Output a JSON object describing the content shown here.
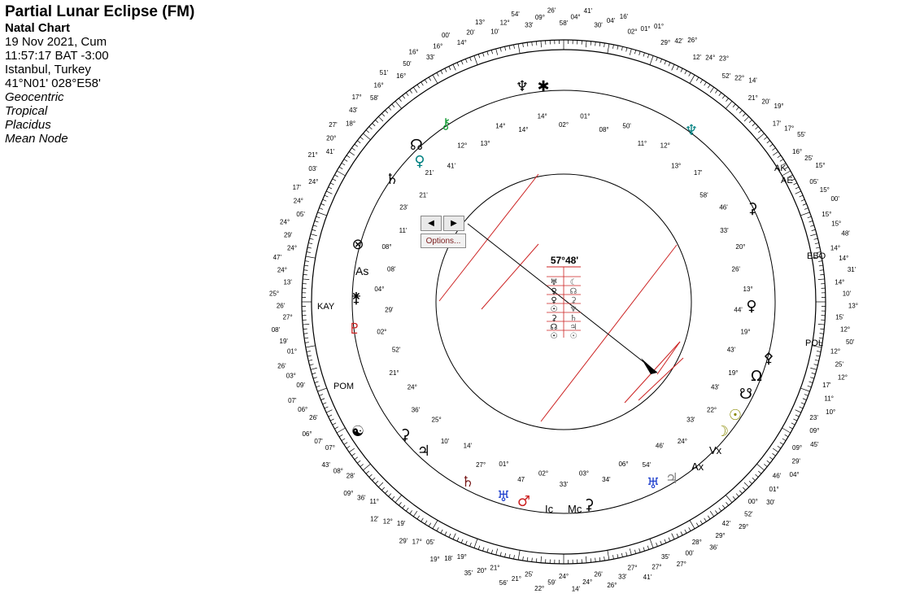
{
  "info": {
    "title": "Partial Lunar Eclipse (FM)",
    "chart_type": "Natal Chart",
    "date": "19 Nov 2021, Cum",
    "time": "11:57:17  BAT -3:00",
    "place": "Istanbul, Turkey",
    "coords": "41°N01' 028°E58'",
    "option1": "Geocentric",
    "option2": "Tropical",
    "option3": "Placidus",
    "option4": "Mean Node"
  },
  "nav": {
    "prev": "◀",
    "next": "▶",
    "options": "Options..."
  },
  "aspect_grid": {
    "header": "57°48'"
  },
  "colors": {
    "accent": "#cc2222",
    "teal": "#008080",
    "green": "#1a9e3a",
    "blue": "#1a3ccc",
    "olive": "#8a8a00"
  },
  "labels": [
    {
      "t": "As",
      "c": "#000",
      "s": 14
    },
    {
      "t": "KAY",
      "c": "#000",
      "s": 11
    },
    {
      "t": "POM",
      "c": "#000",
      "s": 11
    },
    {
      "t": "AK",
      "c": "#000",
      "s": 11
    },
    {
      "t": "AE",
      "c": "#000",
      "s": 11
    },
    {
      "t": "EBO",
      "c": "#000",
      "s": 11
    },
    {
      "t": "POL",
      "c": "#000",
      "s": 11
    },
    {
      "t": "Ic",
      "c": "#000",
      "s": 13
    },
    {
      "t": "Mc",
      "c": "#000",
      "s": 13
    },
    {
      "t": "Ax",
      "c": "#000",
      "s": 13
    },
    {
      "t": "Vx",
      "c": "#000",
      "s": 13
    }
  ],
  "degrees": [
    {
      "t": "58'",
      "c": "#000"
    },
    {
      "t": "04°",
      "c": "#000"
    },
    {
      "t": "41'",
      "c": "#000"
    },
    {
      "t": "30'",
      "c": "#000"
    },
    {
      "t": "04'",
      "c": "#000"
    },
    {
      "t": "16'",
      "c": "#000"
    },
    {
      "t": "02°",
      "c": "#000"
    },
    {
      "t": "01°",
      "c": "#000"
    },
    {
      "t": "01°",
      "c": "#000"
    },
    {
      "t": "29°",
      "c": "#000"
    },
    {
      "t": "42'",
      "c": "#000"
    },
    {
      "t": "26°",
      "c": "#000"
    },
    {
      "t": "12'",
      "c": "#000"
    },
    {
      "t": "24°",
      "c": "#000"
    },
    {
      "t": "23°",
      "c": "#000"
    },
    {
      "t": "52'",
      "c": "#000"
    },
    {
      "t": "22°",
      "c": "#000"
    },
    {
      "t": "14'",
      "c": "#000"
    },
    {
      "t": "21°",
      "c": "#000"
    },
    {
      "t": "20'",
      "c": "#000"
    },
    {
      "t": "19°",
      "c": "#000"
    },
    {
      "t": "17'",
      "c": "#000"
    },
    {
      "t": "17°",
      "c": "#000"
    },
    {
      "t": "55'",
      "c": "#000"
    },
    {
      "t": "16°",
      "c": "#000"
    },
    {
      "t": "25'",
      "c": "#000"
    },
    {
      "t": "15°",
      "c": "#000"
    },
    {
      "t": "05'",
      "c": "#000"
    },
    {
      "t": "15°",
      "c": "#000"
    },
    {
      "t": "00'",
      "c": "#000"
    },
    {
      "t": "15°",
      "c": "#000"
    },
    {
      "t": "15°",
      "c": "#000"
    },
    {
      "t": "48'",
      "c": "#000"
    },
    {
      "t": "14°",
      "c": "#000"
    },
    {
      "t": "14°",
      "c": "#000"
    },
    {
      "t": "31'",
      "c": "#000"
    },
    {
      "t": "14°",
      "c": "#000"
    },
    {
      "t": "10'",
      "c": "#000"
    },
    {
      "t": "13°",
      "c": "#000"
    },
    {
      "t": "15'",
      "c": "#000"
    },
    {
      "t": "12°",
      "c": "#000"
    },
    {
      "t": "50'",
      "c": "#000"
    },
    {
      "t": "12°",
      "c": "#000"
    },
    {
      "t": "25'",
      "c": "#000"
    },
    {
      "t": "12°",
      "c": "#000"
    },
    {
      "t": "17'",
      "c": "#000"
    },
    {
      "t": "11°",
      "c": "#000"
    },
    {
      "t": "10°",
      "c": "#000"
    },
    {
      "t": "23'",
      "c": "#000"
    },
    {
      "t": "09°",
      "c": "#000"
    },
    {
      "t": "45'",
      "c": "#000"
    },
    {
      "t": "09°",
      "c": "#000"
    },
    {
      "t": "29'",
      "c": "#000"
    },
    {
      "t": "04°",
      "c": "#000"
    },
    {
      "t": "46'",
      "c": "#000"
    },
    {
      "t": "01°",
      "c": "#000"
    },
    {
      "t": "30'",
      "c": "#000"
    },
    {
      "t": "00°",
      "c": "#000"
    },
    {
      "t": "52'",
      "c": "#000"
    },
    {
      "t": "29°",
      "c": "#000"
    },
    {
      "t": "42'",
      "c": "#000"
    },
    {
      "t": "29°",
      "c": "#000"
    },
    {
      "t": "36'",
      "c": "#000"
    },
    {
      "t": "28°",
      "c": "#000"
    },
    {
      "t": "00'",
      "c": "#000"
    },
    {
      "t": "27°",
      "c": "#000"
    },
    {
      "t": "35'",
      "c": "#000"
    },
    {
      "t": "27°",
      "c": "#000"
    },
    {
      "t": "41'",
      "c": "#000"
    },
    {
      "t": "27°",
      "c": "#000"
    },
    {
      "t": "33'",
      "c": "#000"
    },
    {
      "t": "26°",
      "c": "#000"
    },
    {
      "t": "26'",
      "c": "#000"
    },
    {
      "t": "24°",
      "c": "#000"
    },
    {
      "t": "14'",
      "c": "#000"
    },
    {
      "t": "24°",
      "c": "#000"
    },
    {
      "t": "59'",
      "c": "#000"
    },
    {
      "t": "22°",
      "c": "#000"
    },
    {
      "t": "25'",
      "c": "#000"
    },
    {
      "t": "21°",
      "c": "#000"
    },
    {
      "t": "56'",
      "c": "#000"
    },
    {
      "t": "21°",
      "c": "#000"
    },
    {
      "t": "20°",
      "c": "#000"
    },
    {
      "t": "35'",
      "c": "#000"
    },
    {
      "t": "19°",
      "c": "#000"
    },
    {
      "t": "18'",
      "c": "#000"
    },
    {
      "t": "19°",
      "c": "#000"
    },
    {
      "t": "05'",
      "c": "#000"
    },
    {
      "t": "17°",
      "c": "#000"
    },
    {
      "t": "29'",
      "c": "#000"
    },
    {
      "t": "19'",
      "c": "#000"
    },
    {
      "t": "12°",
      "c": "#000"
    },
    {
      "t": "12'",
      "c": "#000"
    },
    {
      "t": "11°",
      "c": "#000"
    },
    {
      "t": "36'",
      "c": "#000"
    },
    {
      "t": "09°",
      "c": "#000"
    },
    {
      "t": "28'",
      "c": "#000"
    },
    {
      "t": "08°",
      "c": "#000"
    },
    {
      "t": "43'",
      "c": "#000"
    },
    {
      "t": "07°",
      "c": "#000"
    },
    {
      "t": "07'",
      "c": "#000"
    },
    {
      "t": "06°",
      "c": "#000"
    },
    {
      "t": "26'",
      "c": "#000"
    },
    {
      "t": "06°",
      "c": "#000"
    },
    {
      "t": "07'",
      "c": "#000"
    },
    {
      "t": "09'",
      "c": "#000"
    },
    {
      "t": "03°",
      "c": "#000"
    },
    {
      "t": "26'",
      "c": "#000"
    },
    {
      "t": "01°",
      "c": "#000"
    },
    {
      "t": "19'",
      "c": "#000"
    },
    {
      "t": "08'",
      "c": "#000"
    },
    {
      "t": "27°",
      "c": "#000"
    },
    {
      "t": "26'",
      "c": "#000"
    },
    {
      "t": "25°",
      "c": "#000"
    },
    {
      "t": "13'",
      "c": "#000"
    },
    {
      "t": "24°",
      "c": "#000"
    },
    {
      "t": "47'",
      "c": "#000"
    },
    {
      "t": "24°",
      "c": "#000"
    },
    {
      "t": "29'",
      "c": "#000"
    },
    {
      "t": "24°",
      "c": "#000"
    },
    {
      "t": "05'",
      "c": "#000"
    },
    {
      "t": "24°",
      "c": "#000"
    },
    {
      "t": "17'",
      "c": "#000"
    },
    {
      "t": "24°",
      "c": "#000"
    },
    {
      "t": "03'",
      "c": "#000"
    },
    {
      "t": "21°",
      "c": "#000"
    },
    {
      "t": "41'",
      "c": "#000"
    },
    {
      "t": "20°",
      "c": "#000"
    },
    {
      "t": "27'",
      "c": "#000"
    },
    {
      "t": "18°",
      "c": "#000"
    },
    {
      "t": "43'",
      "c": "#000"
    },
    {
      "t": "17°",
      "c": "#000"
    },
    {
      "t": "58'",
      "c": "#000"
    },
    {
      "t": "16°",
      "c": "#000"
    },
    {
      "t": "51'",
      "c": "#000"
    },
    {
      "t": "16°",
      "c": "#000"
    },
    {
      "t": "50'",
      "c": "#000"
    },
    {
      "t": "16°",
      "c": "#000"
    },
    {
      "t": "33'",
      "c": "#000"
    },
    {
      "t": "16°",
      "c": "#000"
    },
    {
      "t": "00'",
      "c": "#000"
    },
    {
      "t": "14°",
      "c": "#000"
    },
    {
      "t": "20'",
      "c": "#000"
    },
    {
      "t": "13°",
      "c": "#000"
    },
    {
      "t": "10'",
      "c": "#000"
    },
    {
      "t": "12°",
      "c": "#000"
    },
    {
      "t": "54'",
      "c": "#000"
    },
    {
      "t": "33'",
      "c": "#000"
    },
    {
      "t": "09°",
      "c": "#000"
    },
    {
      "t": "26'",
      "c": "#000"
    }
  ],
  "inner_values": [
    {
      "t": "02°",
      "c": "#000"
    },
    {
      "t": "01°",
      "c": "#000"
    },
    {
      "t": "08°",
      "c": "#000"
    },
    {
      "t": "50'",
      "c": "#000"
    },
    {
      "t": "11°",
      "c": "#000"
    },
    {
      "t": "12°",
      "c": "#000"
    },
    {
      "t": "13°",
      "c": "#000"
    },
    {
      "t": "17'",
      "c": "#000"
    },
    {
      "t": "58'",
      "c": "#000"
    },
    {
      "t": "46'",
      "c": "#000"
    },
    {
      "t": "33'",
      "c": "#000"
    },
    {
      "t": "20°",
      "c": "#000"
    },
    {
      "t": "26'",
      "c": "#000"
    },
    {
      "t": "13°",
      "c": "#000"
    },
    {
      "t": "44'",
      "c": "#000"
    },
    {
      "t": "19°",
      "c": "#000"
    },
    {
      "t": "43'",
      "c": "#000"
    },
    {
      "t": "19°",
      "c": "#000"
    },
    {
      "t": "43'",
      "c": "#000"
    },
    {
      "t": "22°",
      "c": "#000"
    },
    {
      "t": "33'",
      "c": "#000"
    },
    {
      "t": "24°",
      "c": "#000"
    },
    {
      "t": "46'",
      "c": "#000"
    },
    {
      "t": "54'",
      "c": "#000"
    },
    {
      "t": "06°",
      "c": "#000"
    },
    {
      "t": "34'",
      "c": "#000"
    },
    {
      "t": "03°",
      "c": "#000"
    },
    {
      "t": "33'",
      "c": "#000"
    },
    {
      "t": "02°",
      "c": "#000"
    },
    {
      "t": "47",
      "c": "#000"
    },
    {
      "t": "01°",
      "c": "#000"
    },
    {
      "t": "27°",
      "c": "#000"
    },
    {
      "t": "14'",
      "c": "#000"
    },
    {
      "t": "10'",
      "c": "#000"
    },
    {
      "t": "25°",
      "c": "#000"
    },
    {
      "t": "36'",
      "c": "#000"
    },
    {
      "t": "24°",
      "c": "#000"
    },
    {
      "t": "21°",
      "c": "#000"
    },
    {
      "t": "52'",
      "c": "#000"
    },
    {
      "t": "02°",
      "c": "#000"
    },
    {
      "t": "29'",
      "c": "#000"
    },
    {
      "t": "04°",
      "c": "#000"
    },
    {
      "t": "08'",
      "c": "#000"
    },
    {
      "t": "08°",
      "c": "#000"
    },
    {
      "t": "11'",
      "c": "#000"
    },
    {
      "t": "23'",
      "c": "#000"
    },
    {
      "t": "21'",
      "c": "#000"
    },
    {
      "t": "21'",
      "c": "#000"
    },
    {
      "t": "41'",
      "c": "#000"
    },
    {
      "t": "12°",
      "c": "#000"
    },
    {
      "t": "13°",
      "c": "#000"
    },
    {
      "t": "14°",
      "c": "#000"
    },
    {
      "t": "14°",
      "c": "#000"
    },
    {
      "t": "14°",
      "c": "#000"
    }
  ]
}
